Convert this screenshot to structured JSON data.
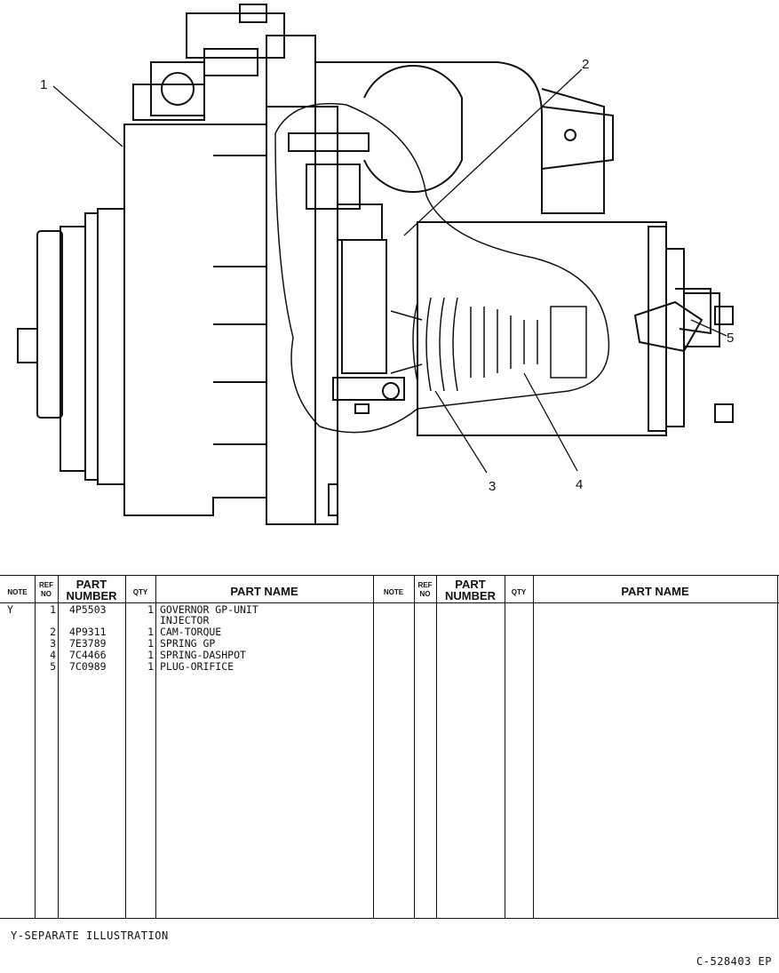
{
  "callouts": [
    "1",
    "2",
    "3",
    "4",
    "5"
  ],
  "table": {
    "headers": {
      "note": "NOTE",
      "ref_no_top": "REF",
      "ref_no_bottom": "NO",
      "part_number_top": "PART",
      "part_number_bottom": "NUMBER",
      "qty": "QTY",
      "part_name": "PART NAME"
    },
    "rows": [
      {
        "note": "Y",
        "ref": "1",
        "part_number": "4P5503",
        "qty": "1",
        "name": "GOVERNOR GP-UNIT",
        "name2": "INJECTOR"
      },
      {
        "note": "",
        "ref": "2",
        "part_number": "4P9311",
        "qty": "1",
        "name": "CAM-TORQUE",
        "name2": ""
      },
      {
        "note": "",
        "ref": "3",
        "part_number": "7E3789",
        "qty": "1",
        "name": "SPRING GP",
        "name2": ""
      },
      {
        "note": "",
        "ref": "4",
        "part_number": "7C4466",
        "qty": "1",
        "name": "SPRING-DASHPOT",
        "name2": ""
      },
      {
        "note": "",
        "ref": "5",
        "part_number": "7C0989",
        "qty": "1",
        "name": "PLUG-ORIFICE",
        "name2": ""
      }
    ]
  },
  "footnote": "Y-SEPARATE ILLUSTRATION",
  "drawing_number": "C-528403 EP"
}
